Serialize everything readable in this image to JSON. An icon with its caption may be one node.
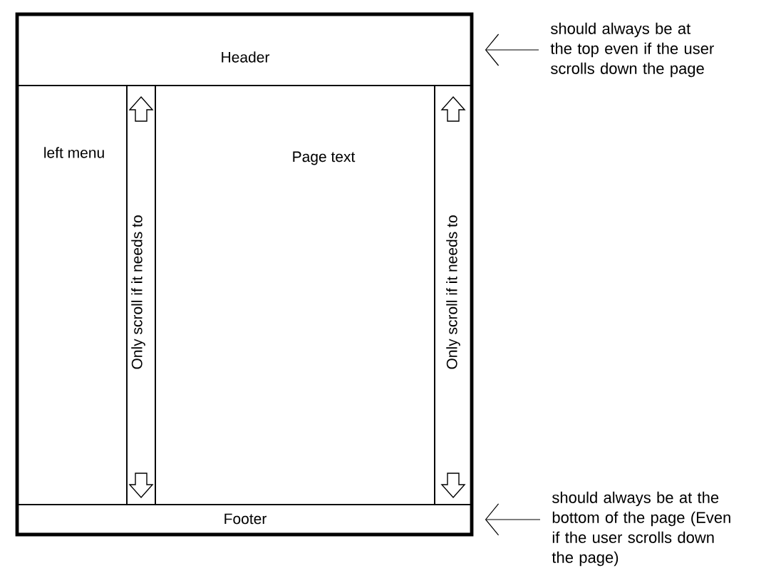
{
  "diagram": {
    "nodes": [
      {
        "text": [],
        "shape": "box"
      },
      {
        "text": [
          "Header"
        ],
        "in": 0
      },
      {
        "text": [
          "left menu"
        ],
        "in": 0
      },
      {
        "text": [
          "Only scroll if it needs to"
        ],
        "in": 0
      },
      {
        "text": [
          "Page text"
        ],
        "in": 0
      },
      {
        "text": [
          "Only scroll if it needs to"
        ],
        "in": 0
      },
      {
        "text": [
          "Footer"
        ],
        "in": 0
      },
      {
        "text": [
          "should always be at the top even if the user scrolls down the page"
        ]
      },
      {
        "text": [
          "should always be at the bottom of the page (Even if the user scrolls down the page)"
        ]
      }
    ],
    "edges": [
      {
        "from": 7,
        "to": 1,
        "arrow": "to"
      },
      {
        "from": 8,
        "to": 6,
        "arrow": "to"
      }
    ]
  }
}
